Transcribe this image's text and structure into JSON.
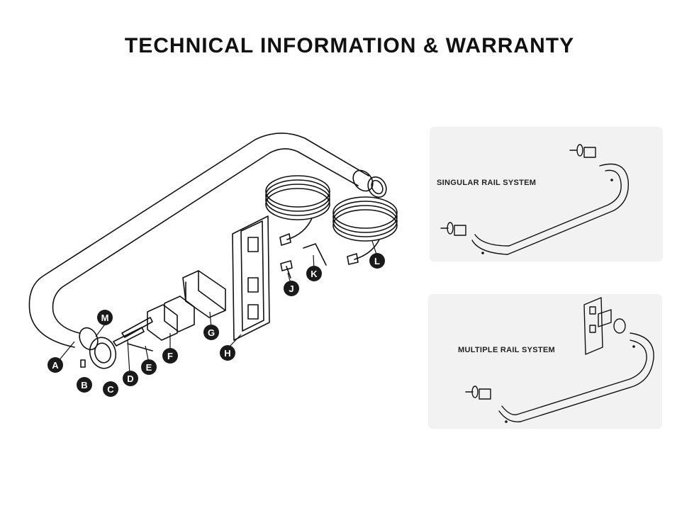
{
  "title": "TECHNICAL INFORMATION & WARRANTY",
  "panels": {
    "singular": {
      "label": "SINGULAR RAIL SYSTEM"
    },
    "multiple": {
      "label": "MULTIPLE RAIL SYSTEM"
    }
  },
  "parts": {
    "A": "A",
    "B": "B",
    "C": "C",
    "D": "D",
    "E": "E",
    "F": "F",
    "G": "G",
    "H": "H",
    "J": "J",
    "K": "K",
    "L": "L",
    "M": "M"
  },
  "colors": {
    "line": "#111111",
    "callout": "#1a1a1a",
    "panel": "#f2f2f2"
  }
}
